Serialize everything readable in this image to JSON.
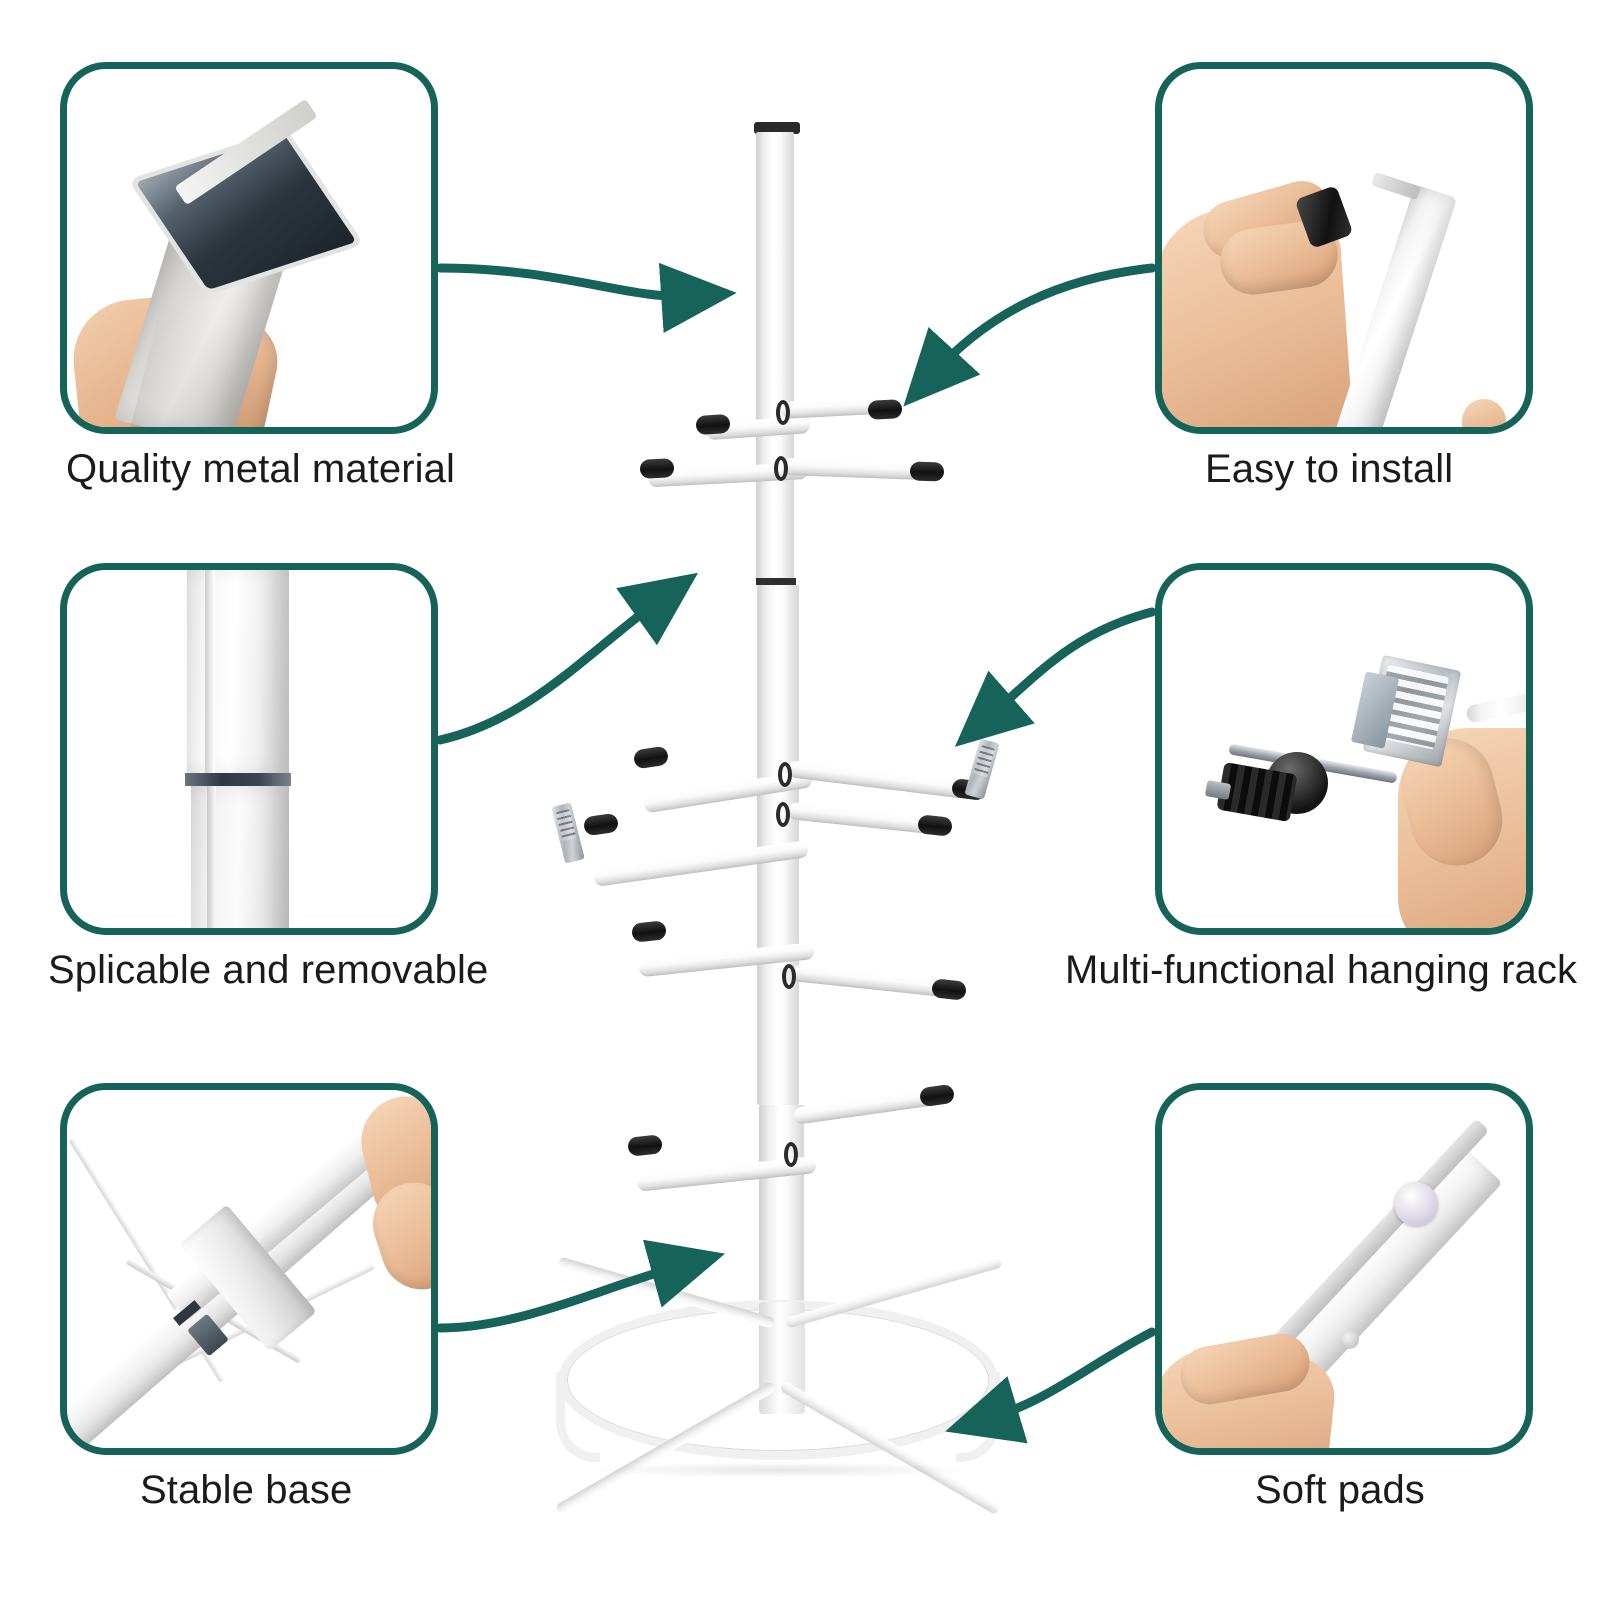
{
  "page": {
    "background_color": "#ffffff",
    "accent_color": "#16635A",
    "text_color": "#1b1b1b",
    "product_name": "Coat rack / hanging rack"
  },
  "features": [
    {
      "id": "quality-metal-material",
      "caption": "Quality metal material",
      "photo": "hand holding open end of square metal tube",
      "position": "top-left"
    },
    {
      "id": "easy-to-install",
      "caption": "Easy to install",
      "photo": "hand holding capped pole beside a second pole",
      "position": "top-right"
    },
    {
      "id": "splicable-and-removable",
      "caption": "Splicable and removable",
      "photo": "close-up of two pole sections joined at a seam",
      "position": "middle-left"
    },
    {
      "id": "multi-functional-hanging-rack",
      "caption": "Multi-functional hanging rack",
      "photo": "hand holding metal clip with black rubber plug screw",
      "position": "middle-right"
    },
    {
      "id": "stable-base",
      "caption": "Stable base",
      "photo": "hand folding the crossed base legs at the hinge",
      "position": "bottom-left"
    },
    {
      "id": "soft-pads",
      "caption": "Soft pads",
      "photo": "hand holding base leg showing round felt pad",
      "position": "bottom-right"
    }
  ],
  "product": {
    "label": "white metal hanging rack with star base",
    "pole_color": "#ffffff",
    "tip_color": "#1a1a1a",
    "arm_count": 8,
    "clip_count": 2
  },
  "arrows": {
    "color": "#16635A",
    "count": 6,
    "items": [
      {
        "from": "quality-metal-material",
        "to": "upper-pole"
      },
      {
        "from": "easy-to-install",
        "to": "upper-arms"
      },
      {
        "from": "splicable-and-removable",
        "to": "pole-seam"
      },
      {
        "from": "multi-functional-hanging-rack",
        "to": "middle-arms"
      },
      {
        "from": "stable-base",
        "to": "base"
      },
      {
        "from": "soft-pads",
        "to": "base-foot"
      }
    ]
  }
}
